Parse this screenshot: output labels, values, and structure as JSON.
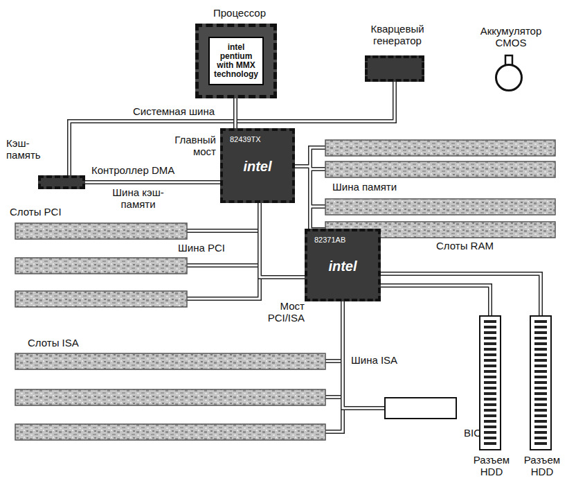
{
  "diagram": {
    "nodes": [
      {
        "text": [
          "Процессор",
          "intel pentium with MMX technology"
        ]
      },
      {
        "text": [
          "Кварцевый генератор"
        ]
      },
      {
        "text": [
          "Аккумулятор CMOS"
        ]
      },
      {
        "text": [
          "Кэш-память"
        ]
      },
      {
        "text": [
          "Главный мост",
          "82439TX",
          "intel"
        ]
      },
      {
        "text": [
          "82371AB",
          "intel",
          "Мост PCI/ISA"
        ]
      },
      {
        "text": [
          "BIOS"
        ]
      },
      {
        "text": [
          "Разъем HDD"
        ]
      },
      {
        "text": [
          "Разъем HDD"
        ]
      }
    ],
    "edges": [
      {
        "from": 3,
        "to": 1,
        "arrow": "none",
        "label": "Системная шина"
      },
      {
        "from": 0,
        "to": 4,
        "arrow": "none"
      },
      {
        "from": 3,
        "to": 4,
        "arrow": "none",
        "label": "Шина кэш-памяти"
      },
      {
        "from": 4,
        "to": 5,
        "arrow": "none",
        "label": "Шина PCI"
      },
      {
        "from": 5,
        "to": 6,
        "arrow": "none",
        "label": "Шина ISA"
      },
      {
        "from": 5,
        "to": 7,
        "arrow": "none"
      },
      {
        "from": 5,
        "to": 8,
        "arrow": "none"
      }
    ],
    "labels": [
      "Контроллер DMA",
      "Слоты PCI",
      "Шина памяти",
      "Слоты RAM",
      "Слоты ISA"
    ]
  }
}
